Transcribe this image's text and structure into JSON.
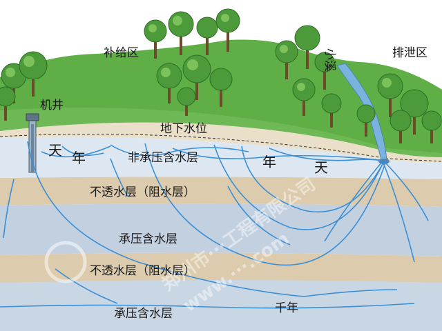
{
  "labels": {
    "recharge_zone": "补给区",
    "discharge_zone": "排泄区",
    "well": "机井",
    "stream": "小溪",
    "water_table": "地下水位",
    "unconfined_aquifer": "非承压含水层",
    "aquitard_1": "不透水层（阻水层）",
    "confined_aquifer_1": "承压含水层",
    "aquitard_2": "不透水层（阻水层）",
    "confined_aquifer_2": "承压含水层",
    "time_day_left": "天",
    "time_year_left": "年",
    "time_year_right": "年",
    "time_day_right": "天",
    "time_millennium": "千年"
  },
  "watermark": {
    "text": "郑州市···工程有限公司",
    "url": "www.···.com"
  },
  "colors": {
    "sky": "#ffffff",
    "hill_green": "#5aa743",
    "soil_beige": "#e9dcc4",
    "unconfined": "#d7e3ee",
    "aquitard": "#d9c7a8",
    "confined": "#c5d3e3",
    "flow_blue": "#3a8fd6",
    "stream_blue": "#6fa8d6"
  }
}
